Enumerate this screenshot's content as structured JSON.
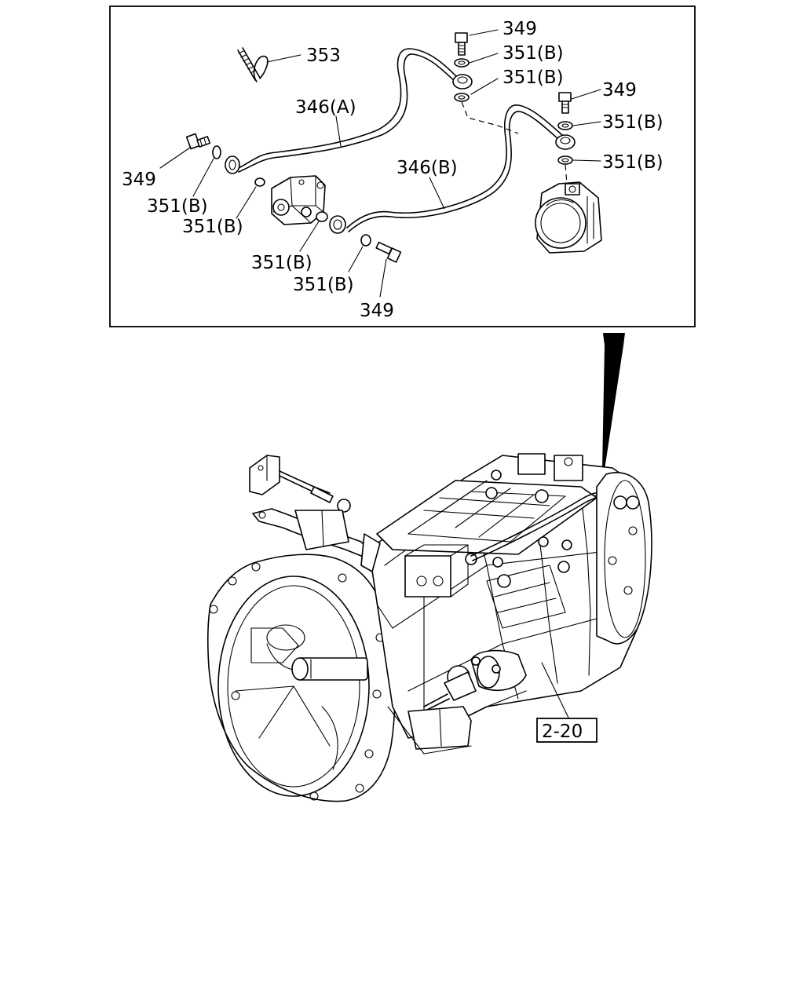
{
  "callouts": {
    "c353": "353",
    "c349_top": "349",
    "c351b_top1": "351(B)",
    "c351b_top2": "351(B)",
    "c349_right": "349",
    "c351b_right1": "351(B)",
    "c351b_right2": "351(B)",
    "c346a": "346(A)",
    "c346b": "346(B)",
    "c349_left": "349",
    "c351b_left1": "351(B)",
    "c351b_left2": "351(B)",
    "c351b_mid1": "351(B)",
    "c351b_mid2": "351(B)",
    "c349_bottom": "349"
  },
  "reference_box": {
    "label": "2-20"
  }
}
